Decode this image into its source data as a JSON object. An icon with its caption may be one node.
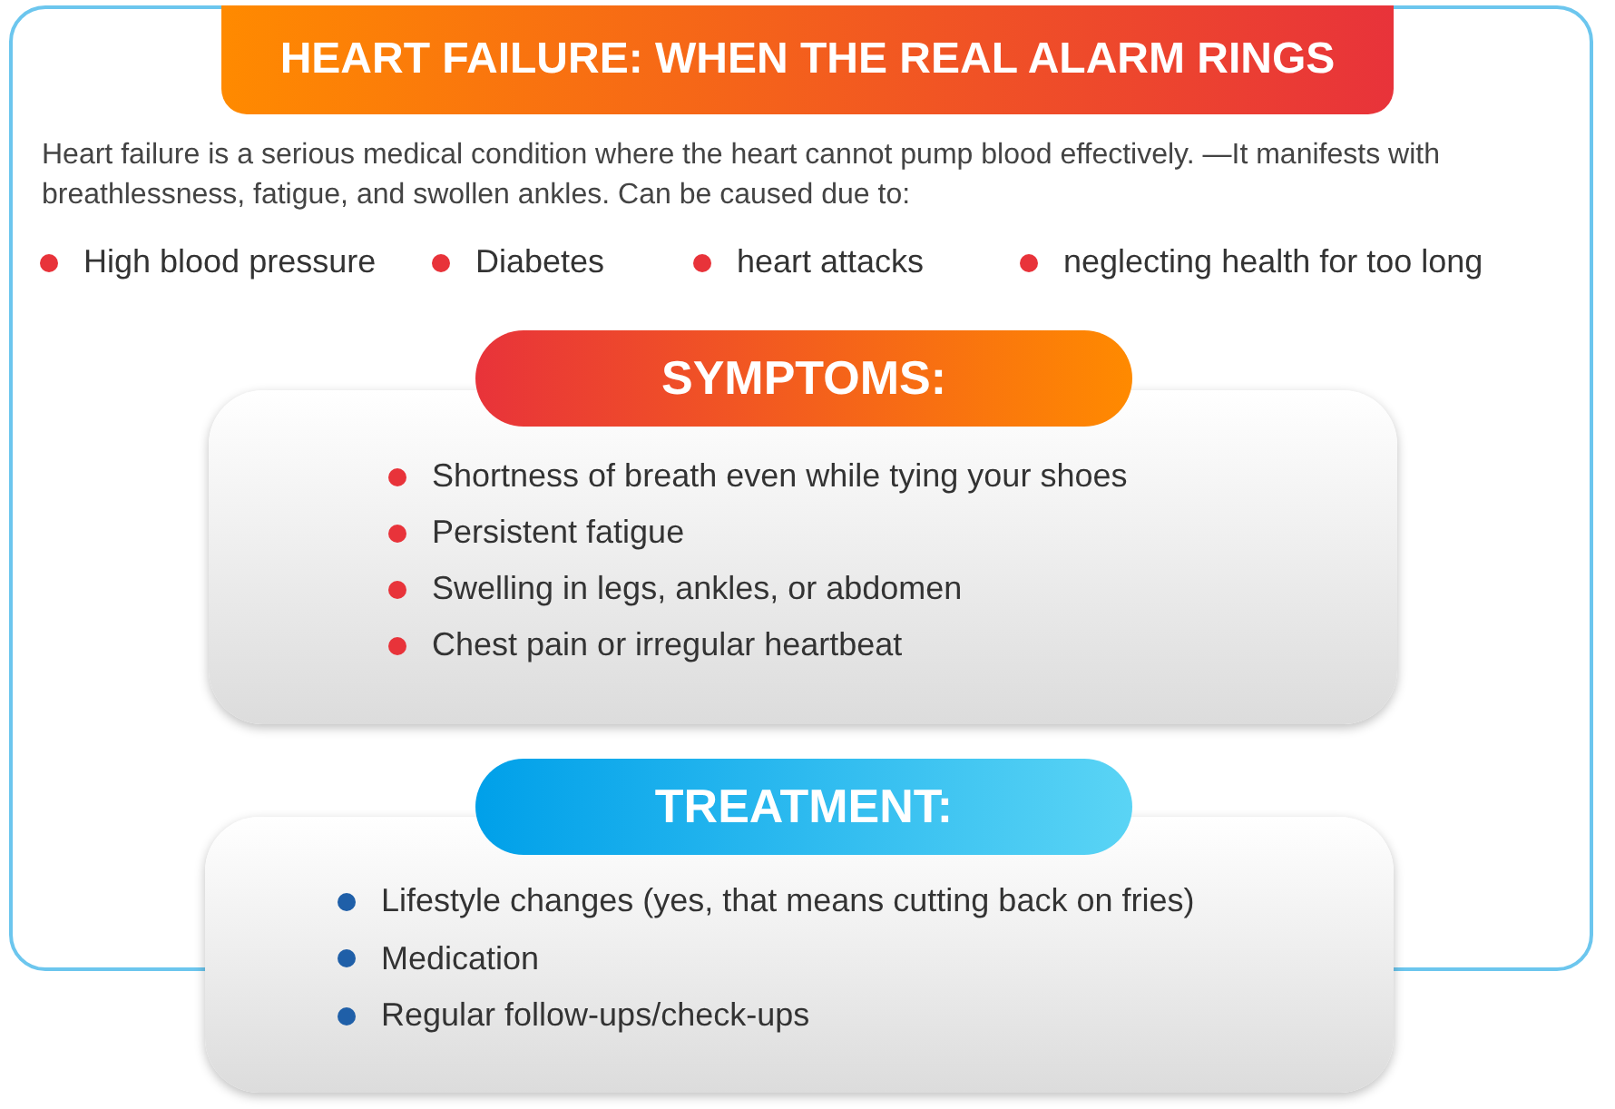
{
  "diagram": {
    "title": "HEART FAILURE: WHEN THE REAL ALARM RINGS",
    "nodes": [
      {
        "text": [
          "Heart failure is a serious medical condition where the heart cannot pump blood effectively. —It manifests with breathlessness, fatigue, and swollen ankles. Can be caused due to:",
          "High blood pressure",
          "Diabetes",
          "heart attacks",
          "neglecting health for too long"
        ]
      },
      {
        "text": [
          "SYMPTOMS:"
        ],
        "in": 0
      },
      {
        "text": [
          "Shortness of breath even while tying your shoes",
          "Persistent fatigue",
          "Swelling in legs, ankles, or abdomen",
          "Chest pain or irregular heartbeat"
        ],
        "in": 0
      },
      {
        "text": [
          "TREATMENT:"
        ],
        "in": 0
      },
      {
        "text": [
          "Lifestyle changes (yes, that means cutting back on fries)",
          "Medication",
          "Regular follow-ups/check-ups"
        ]
      }
    ],
    "edges": []
  }
}
